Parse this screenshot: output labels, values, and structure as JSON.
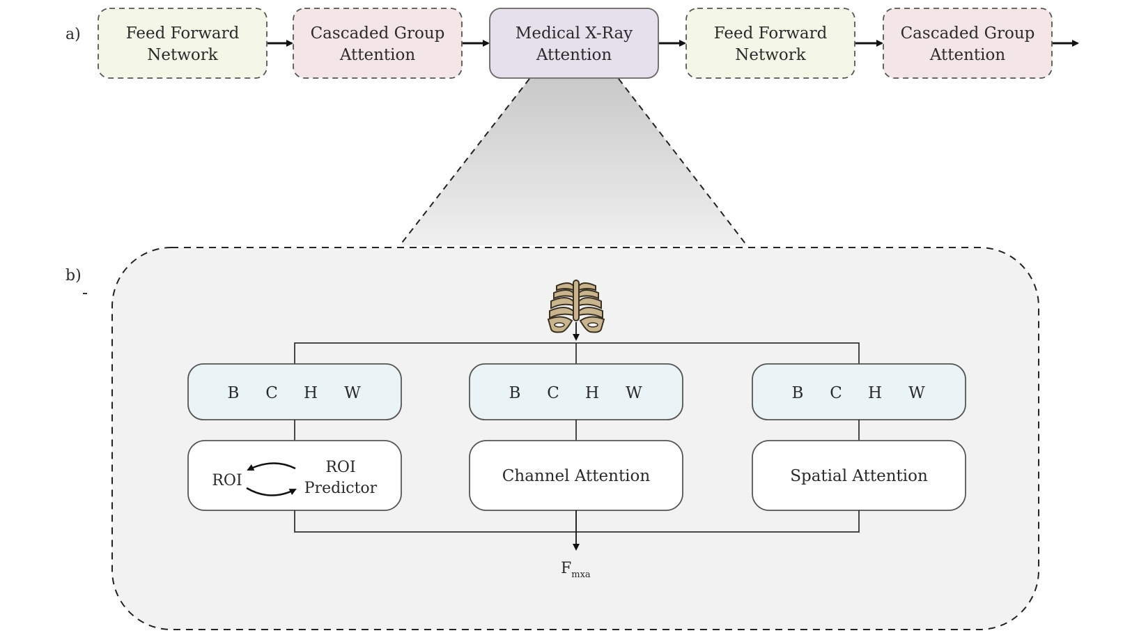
{
  "part_a": {
    "label": "a)",
    "blocks": [
      {
        "line1": "Feed Forward",
        "line2": "Network",
        "fill": "#f4f6e8",
        "style": "dashed"
      },
      {
        "line1": "Cascaded Group",
        "line2": "Attention",
        "fill": "#f4e6e6",
        "style": "dashed"
      },
      {
        "line1": "Medical X-Ray",
        "line2": "Attention",
        "fill": "#e6e0ec",
        "style": "solid"
      },
      {
        "line1": "Feed Forward",
        "line2": "Network",
        "fill": "#f4f6e8",
        "style": "dashed"
      },
      {
        "line1": "Cascaded Group",
        "line2": "Attention",
        "fill": "#f4e6e6",
        "style": "dashed"
      }
    ]
  },
  "part_b": {
    "label": "b)",
    "input_icon": "ribcage-icon",
    "tensor_dims": [
      "B",
      "C",
      "H",
      "W"
    ],
    "branches": [
      {
        "name": "roi",
        "roi_label": "ROI",
        "predictor_line1": "ROI",
        "predictor_line2": "Predictor"
      },
      {
        "name": "channel",
        "label": "Channel Attention"
      },
      {
        "name": "spatial",
        "label": "Spatial Attention"
      }
    ],
    "output": {
      "main": "F",
      "sub": "mxa"
    }
  },
  "colors": {
    "tensor_fill": "#eaf3f5",
    "panel_fill": "#f2f2f2",
    "bone_fill": "#c8b48f",
    "stroke": "#333333"
  }
}
